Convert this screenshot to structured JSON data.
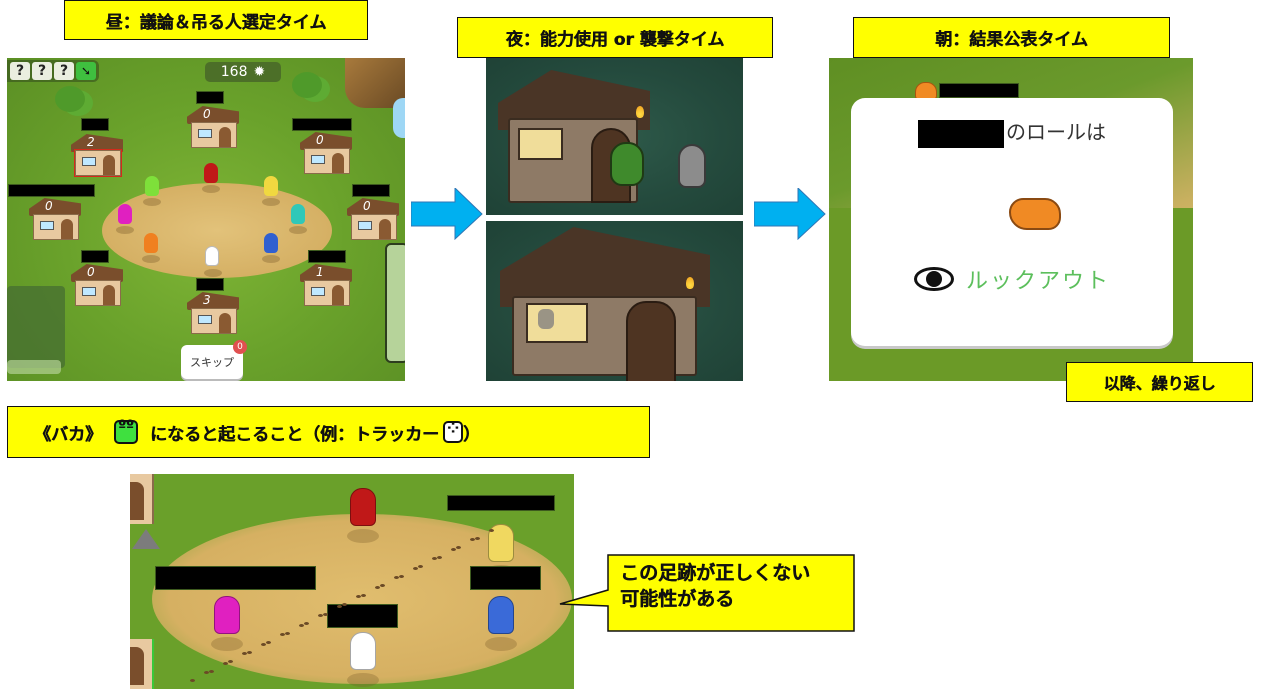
{
  "labels": {
    "day": "昼：議論＆吊る人選定タイム",
    "night": "夜：能力使用 or 襲撃タイム",
    "morning": "朝：結果公表タイム",
    "repeat": "以降、繰り返し",
    "baka_prefix": "《バカ》",
    "baka_suffix": "になると起こること（例：トラッカー",
    "baka_close": "）",
    "callout": "この足跡が正しくない\n可能性がある",
    "callout_line1": "この足跡が正しくない",
    "callout_line2": "可能性がある"
  },
  "day_screen": {
    "hud_chips": [
      "?",
      "?",
      "?",
      "gun-icon"
    ],
    "timer_value": "168",
    "timer_icon": "sun-icon",
    "skip_button": "スキップ",
    "skip_count": "0",
    "house_votes": [
      "0",
      "2",
      "0",
      "0",
      "0",
      "0",
      "1",
      "3"
    ],
    "player_colors": [
      "#c01818",
      "#7ee03a",
      "#f0d840",
      "#e020c0",
      "#30c8b8",
      "#f08020",
      "#ffffff",
      "#3060d0"
    ]
  },
  "morning_screen": {
    "role_prefix_suffix": "のロールは",
    "role_name": "ルックアウト",
    "role_icon": "eye-icon",
    "role_color": "#5cbf5c"
  },
  "example_screen": {
    "player_colors": [
      "#c01818",
      "#f0d860",
      "#e020c0",
      "#3a6ad8",
      "#ffffff"
    ]
  },
  "colors": {
    "label_bg": "#ffff00",
    "arrow": "#00b0f0"
  }
}
